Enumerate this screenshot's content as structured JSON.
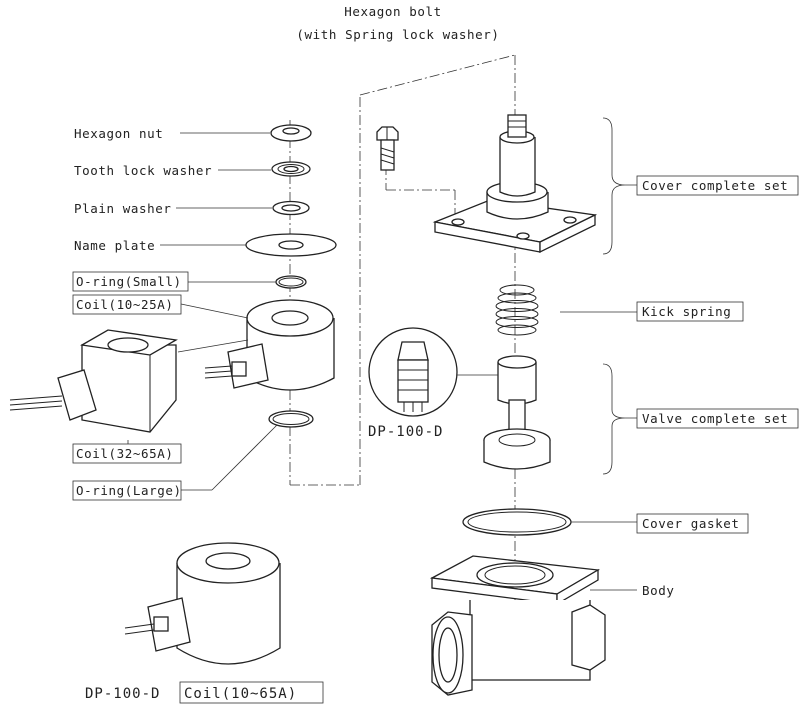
{
  "labels": {
    "hexagon_bolt": "Hexagon bolt",
    "hexagon_bolt_note": "(with Spring lock washer)",
    "hexagon_nut": "Hexagon nut",
    "tooth_lock_washer": "Tooth lock washer",
    "plain_washer": "Plain washer",
    "name_plate": "Name plate",
    "o_ring_small": "O-ring(Small)",
    "coil_10_25": "Coil(10~25A)",
    "coil_32_65": "Coil(32~65A)",
    "o_ring_large": "O-ring(Large)",
    "dp_100_d_top": "DP-100-D",
    "dp_100_d_bottom": "DP-100-D",
    "coil_10_65": "Coil(10~65A)",
    "cover_complete_set": "Cover complete set",
    "kick_spring": "Kick spring",
    "valve_complete_set": "Valve complete set",
    "cover_gasket": "Cover gasket",
    "body": "Body"
  }
}
